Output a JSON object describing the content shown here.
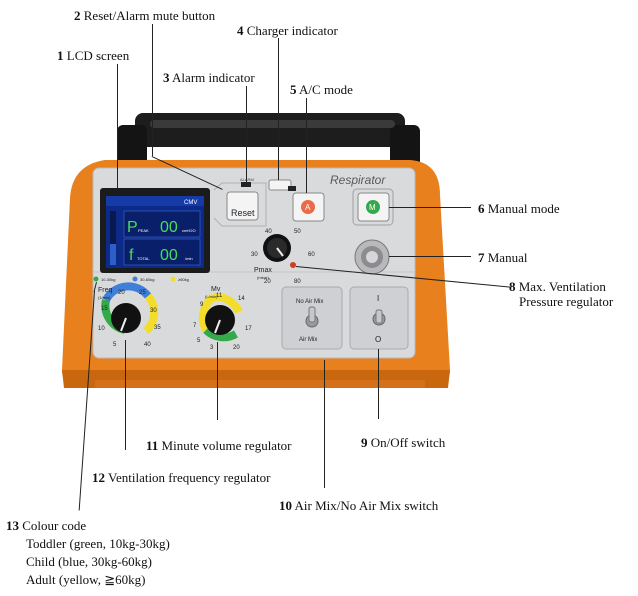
{
  "callouts": [
    {
      "num": "1",
      "text": "LCD screen"
    },
    {
      "num": "2",
      "text": "Reset/Alarm mute button"
    },
    {
      "num": "3",
      "text": "Alarm indicator"
    },
    {
      "num": "4",
      "text": "Charger indicator"
    },
    {
      "num": "5",
      "text": "A/C mode"
    },
    {
      "num": "6",
      "text": "Manual mode"
    },
    {
      "num": "7",
      "text": "Manual"
    },
    {
      "num": "8",
      "text": "Max. Ventilation",
      "text2": "Pressure regulator"
    },
    {
      "num": "9",
      "text": "On/Off switch"
    },
    {
      "num": "10",
      "text": "Air Mix/No Air Mix switch"
    },
    {
      "num": "11",
      "text": "Minute volume regulator"
    },
    {
      "num": "12",
      "text": "Ventilation frequency regulator"
    },
    {
      "num": "13",
      "text": "Colour code"
    }
  ],
  "colour_code": [
    {
      "text": "Toddler (green, 10kg-30kg)"
    },
    {
      "text": "Child (blue, 30kg-60kg)"
    },
    {
      "text": "Adult (yellow, ≧60kg)"
    }
  ],
  "device": {
    "brand": "Respirator",
    "reset_label": "Reset",
    "alarm_small": "ALARM",
    "a_label": "A",
    "m_label": "M",
    "screen": {
      "mode": "CMV",
      "p_label": "P",
      "p_sub": "PEAK",
      "p_value": "00",
      "p_unit": "cmH2O",
      "f_label": "f",
      "f_sub": "TOTAL",
      "f_value": "00",
      "f_unit": "/min"
    },
    "pmax": {
      "title": "Pmax",
      "unit": "(mbar)",
      "ticks": [
        "40",
        "50",
        "30",
        "60",
        "20",
        "80"
      ]
    },
    "freq": {
      "title": "Freq",
      "unit": "(1/min)",
      "ticks": [
        "15",
        "20",
        "25",
        "30",
        "35",
        "10",
        "5",
        "40"
      ]
    },
    "mv": {
      "title": "Mv",
      "unit": "(L/min)",
      "ticks": [
        "9",
        "11",
        "14",
        "7",
        "17",
        "5",
        "3",
        "20"
      ]
    },
    "airmix": {
      "top": "No Air Mix",
      "bottom": "Air Mix"
    },
    "onoff": {
      "on": "I",
      "off": "O"
    },
    "weight_legend": [
      "10-30kg",
      "30-60kg",
      "≥60kg"
    ],
    "colors": {
      "housing": "#e8801e",
      "panel": "#d9dadc",
      "screen": "#0c2a88",
      "green": "#34a94a",
      "blue": "#3f7fd8",
      "yellow": "#f2de2a"
    }
  }
}
